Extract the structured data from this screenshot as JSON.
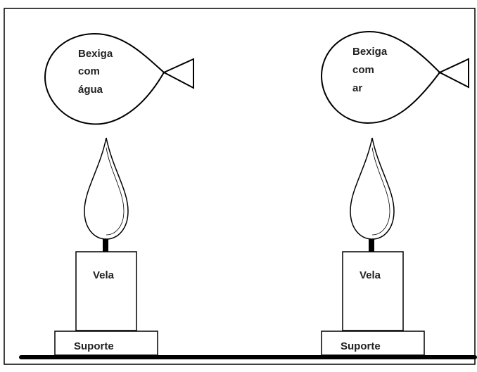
{
  "left_setup": {
    "balloon_label": [
      "Bexiga",
      "com",
      "água"
    ],
    "candle_label": "Vela",
    "support_label": "Suporte"
  },
  "right_setup": {
    "balloon_label": [
      "Bexiga",
      "com",
      "ar"
    ],
    "candle_label": "Vela",
    "support_label": "Suporte"
  },
  "colors": {
    "stroke": "#000000",
    "background": "#ffffff",
    "text": "#222222"
  }
}
